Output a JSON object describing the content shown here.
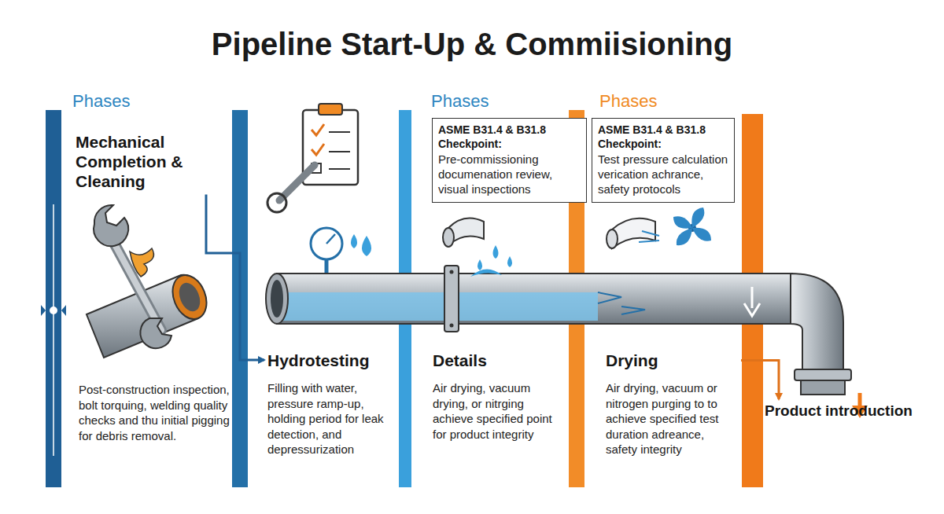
{
  "diagram": {
    "title": "Pipeline Start-Up & Commiisioning",
    "nodes": [
      {
        "text": [
          "Mechanical Completion & Cleaning",
          "Post-construction inspection, bolt torquing, welding quality checks and thu initial pigging for debris removal."
        ]
      },
      {
        "text": [
          "Hydrotesting",
          "Filling with water, pressure ramp-up, holding period for leak detection, and depressurization"
        ]
      },
      {
        "text": [
          "ASME B31.4 & B31.8 Checkpoint:",
          "Pre-commissioning documenation review, visual inspections"
        ]
      },
      {
        "text": [
          "Details",
          "Air drying, vacuum drying, or nitrging achieve specified point for product integrity"
        ]
      },
      {
        "text": [
          "ASME B31.4 & B31.8 Checkpoint:",
          "Test pressure calculation verication achrance, safety protocols"
        ]
      },
      {
        "text": [
          "Drying",
          "Air drying, vacuum or nitrogen purging to to achieve specified test duration adreance, safety integrity"
        ]
      },
      {
        "text": [
          "Product introduction"
        ]
      }
    ],
    "edges": [
      {
        "from": 0,
        "to": 1,
        "arrow": "to"
      },
      {
        "from": 5,
        "to": 6,
        "arrow": "to"
      }
    ],
    "labels": [
      "Phases",
      "Phases",
      "Phases"
    ]
  }
}
